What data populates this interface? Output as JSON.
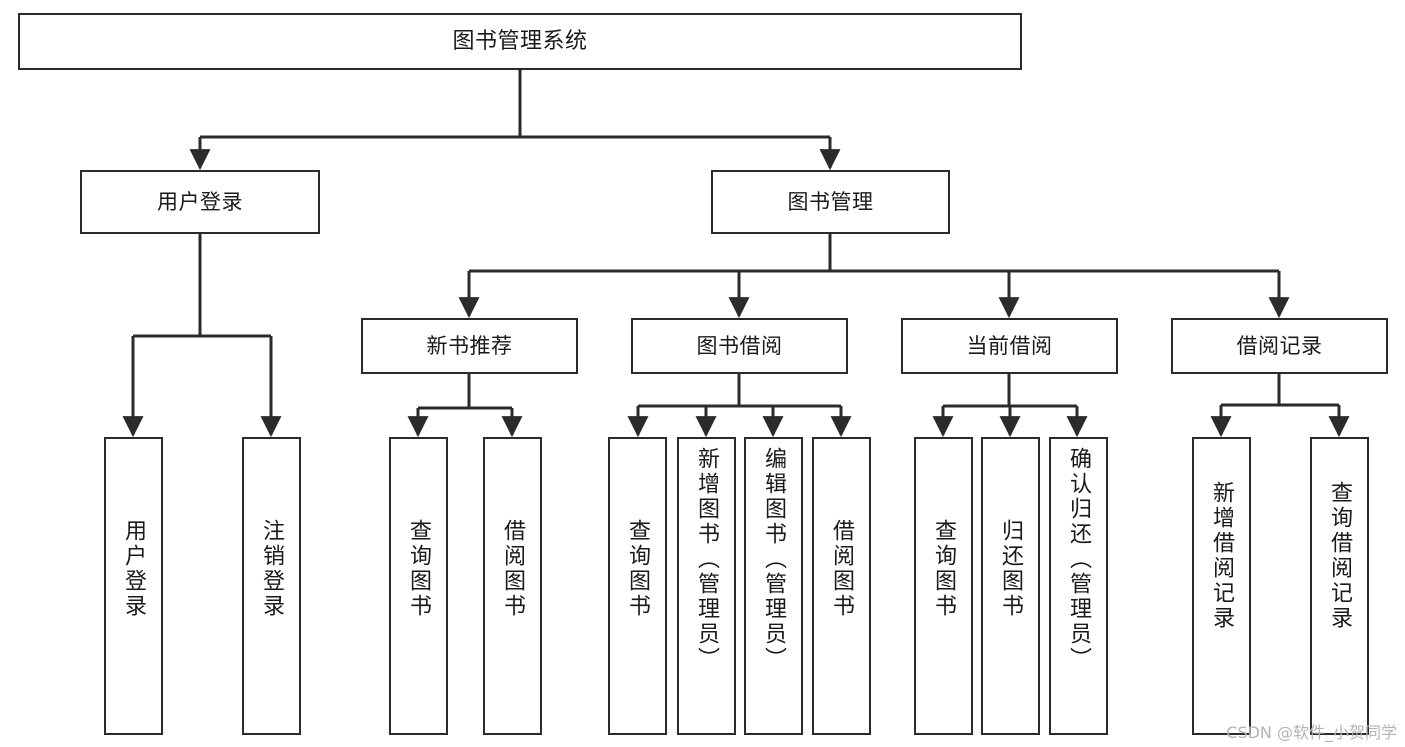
{
  "diagram": {
    "type": "tree",
    "title": "图书管理系统",
    "orientation": "top-down",
    "colors": {
      "background": "#ffffff",
      "node_fill": "#ffffff",
      "node_stroke": "#2b2b2b",
      "edge_stroke": "#2b2b2b",
      "text": "#1a1a1a",
      "watermark": "#b4b4b4"
    },
    "watermark": "CSDN @软件_小贺同学"
  },
  "nodes": {
    "root": {
      "label": "图书管理系统",
      "level": 1
    },
    "level2": [
      {
        "id": "user-login",
        "label": "用户登录"
      },
      {
        "id": "book-manage",
        "label": "图书管理"
      }
    ],
    "level3": [
      {
        "id": "new-book-recommend",
        "label": "新书推荐"
      },
      {
        "id": "book-borrow",
        "label": "图书借阅"
      },
      {
        "id": "current-borrow",
        "label": "当前借阅"
      },
      {
        "id": "borrow-record",
        "label": "借阅记录"
      }
    ],
    "leaves": {
      "user_login": [
        {
          "id": "leaf-user-login",
          "label": "用户登录"
        },
        {
          "id": "leaf-logout-login",
          "label": "注销登录"
        }
      ],
      "new_book_recommend": [
        {
          "id": "leaf-query-book-1",
          "label": "查询图书"
        },
        {
          "id": "leaf-borrow-book-1",
          "label": "借阅图书"
        }
      ],
      "book_borrow": [
        {
          "id": "leaf-query-book-2",
          "label": "查询图书"
        },
        {
          "id": "leaf-add-book",
          "label": "新增图书（管理员）"
        },
        {
          "id": "leaf-edit-book",
          "label": "编辑图书（管理员）"
        },
        {
          "id": "leaf-borrow-book-2",
          "label": "借阅图书"
        }
      ],
      "current_borrow": [
        {
          "id": "leaf-query-book-3",
          "label": "查询图书"
        },
        {
          "id": "leaf-return-book",
          "label": "归还图书"
        },
        {
          "id": "leaf-confirm-return",
          "label": "确认归还（管理员）"
        }
      ],
      "borrow_record": [
        {
          "id": "leaf-add-record",
          "label": "新增借阅记录"
        },
        {
          "id": "leaf-query-record",
          "label": "查询借阅记录"
        }
      ]
    }
  }
}
